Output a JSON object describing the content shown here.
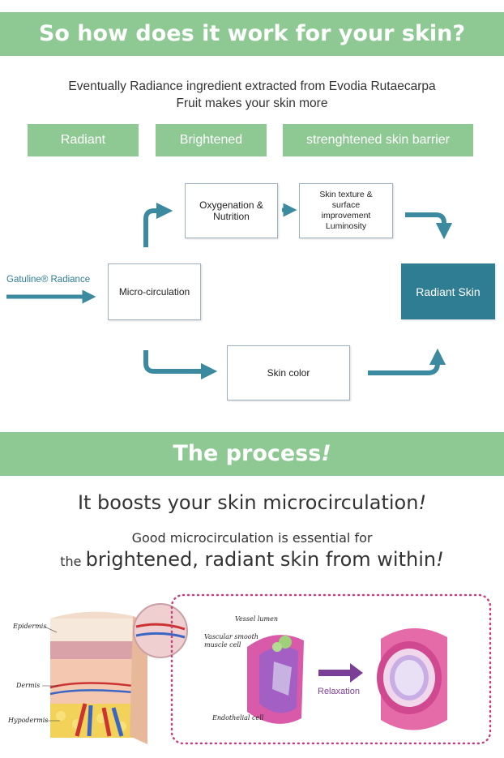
{
  "banner_top": {
    "title": "So how does it work for your skin?"
  },
  "intro": {
    "line1": "Eventually Radiance ingredient extracted from Evodia Rutaecarpa",
    "line2": "Fruit makes your skin more"
  },
  "tags": [
    "Radiant",
    "Brightened",
    "strenghtened skin barrier"
  ],
  "flow": {
    "source": "Gatuline® Radiance",
    "micro": "Micro-circulation",
    "oxygen_line1": "Oxygenation &",
    "oxygen_line2": "Nutrition",
    "texture_line1": "Skin texture &",
    "texture_line2": "surface",
    "texture_line3": "improvement",
    "texture_line4": "Luminosity",
    "color": "Skin color",
    "result": "Radiant Skin"
  },
  "banner_mid": {
    "title": "The process",
    "mark": "!"
  },
  "process": {
    "headline": "It boosts your skin microcirculation",
    "headline_mark": "!",
    "sub": "Good microcirculation is essential for",
    "final_prefix": "the ",
    "final_main": "brightened, radiant skin from within",
    "final_mark": "!"
  },
  "illustration": {
    "labels": {
      "epidermis": "Epidermis",
      "dermis": "Dermis",
      "hypodermis": "Hypodermis",
      "vessel_lumen": "Vessel lumen",
      "vascular_line1": "Vascular smooth",
      "vascular_line2": "muscle cell",
      "endothelial": "Endothelial cell",
      "relaxation": "Relaxation"
    }
  },
  "colors": {
    "green": "#8ec994",
    "teal": "#2e7d93",
    "arrow": "#3b8aa0",
    "purple": "#7b3f98",
    "pink_dots": "#c2447e"
  }
}
